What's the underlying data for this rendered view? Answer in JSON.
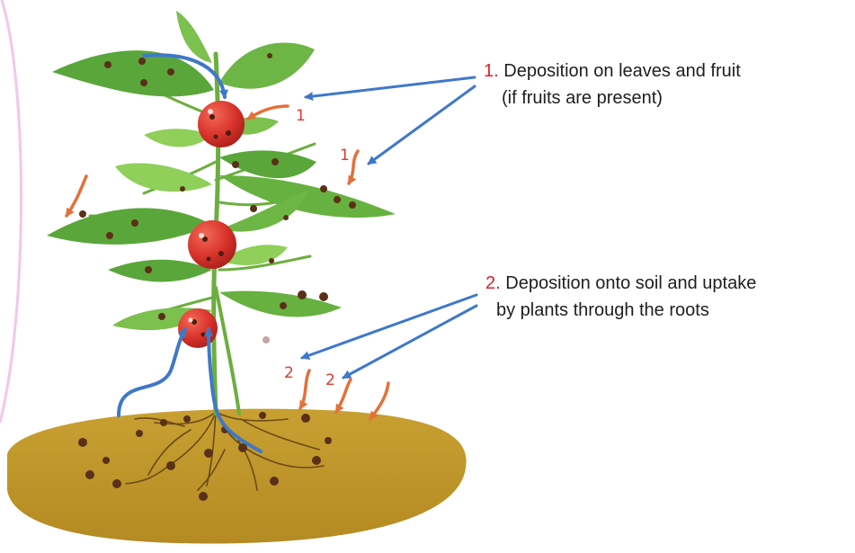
{
  "annotations": [
    {
      "number": "1.",
      "line1": "Deposition on  leaves and fruit",
      "line2": "(if fruits are present)",
      "marker": "1"
    },
    {
      "number": "2.",
      "line1": "Deposition onto soil and uptake",
      "line2": "by plants through the roots",
      "marker": "2"
    }
  ],
  "colors": {
    "leaf": "#5aa63a",
    "leaf_light": "#8fcf5a",
    "stem": "#6cae3f",
    "fruit": "#d9332b",
    "soil": "#c29a2c",
    "particle": "#5a3018",
    "arrow_blue": "#3f78c8",
    "arrow_orange": "#e4703a",
    "number_red": "#e0202a",
    "border_pink": "#f3c7ea"
  }
}
